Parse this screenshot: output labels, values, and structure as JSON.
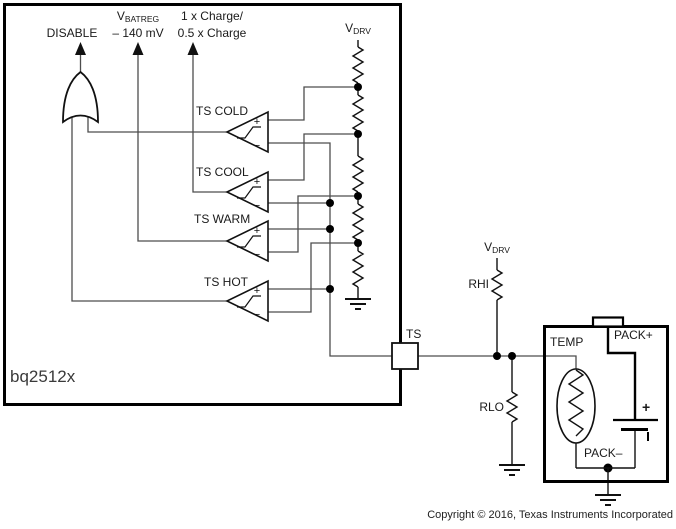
{
  "chip": {
    "label": "bq2512x"
  },
  "footer": {
    "copyright": "Copyright © 2016, Texas Instruments Incorporated"
  },
  "outputs": {
    "disable": "DISABLE",
    "vbatreg": {
      "main": "V",
      "sub": "BATREG",
      "line2": "– 140 mV"
    },
    "charge": {
      "line1": "1 x Charge/",
      "line2": "0.5 x Charge"
    }
  },
  "supply": {
    "vdrv": {
      "main": "V",
      "sub": "DRV"
    }
  },
  "comparators": [
    {
      "label": "TS COLD"
    },
    {
      "label": "TS COOL"
    },
    {
      "label": "TS WARM"
    },
    {
      "label": "TS HOT"
    }
  ],
  "glyphs": {
    "plus": "+",
    "minus": "−"
  },
  "pins": {
    "ts": "TS"
  },
  "resistors": {
    "rhi": "RHI",
    "rlo": "RLO"
  },
  "pack": {
    "temp": "TEMP",
    "pack_plus": "PACK+",
    "pack_minus": "PACK–",
    "battery_plus": "+"
  },
  "colors": {
    "wire": "#4d4d4d",
    "shape": "#111111",
    "border": "#000000"
  }
}
